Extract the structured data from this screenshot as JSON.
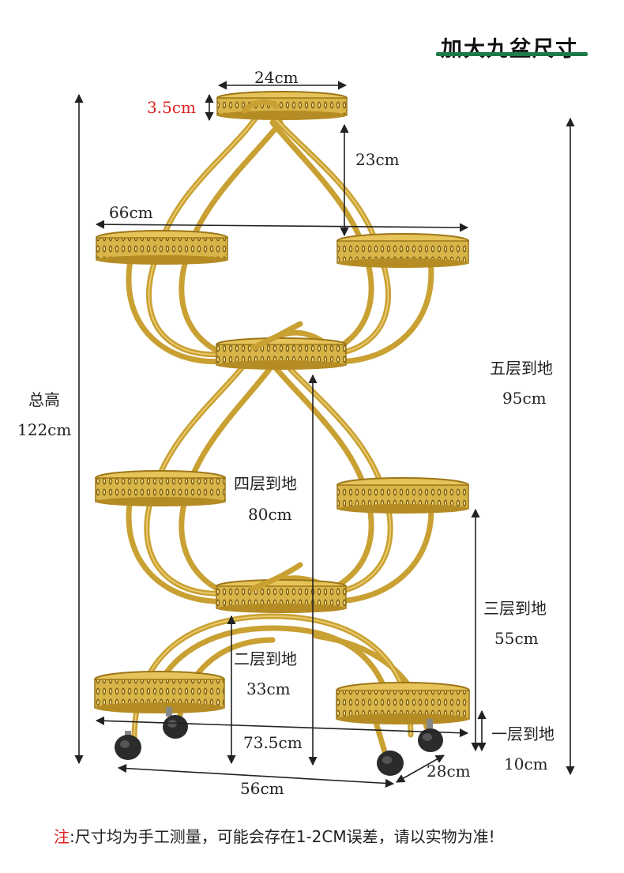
{
  "title": "加大九盆尺寸",
  "dimensions": {
    "top_width": "24cm",
    "rim_height": "3.5cm",
    "tier_gap": "23cm",
    "span_width": "66cm",
    "total_height_label": "总高",
    "total_height_value": "122cm",
    "level5_label": "五层到地",
    "level5_value": "95cm",
    "level4_label": "四层到地",
    "level4_value": "80cm",
    "level3_label": "三层到地",
    "level3_value": "55cm",
    "level2_label": "二层到地",
    "level2_value": "33cm",
    "level1_label": "一层到地",
    "level1_value": "10cm",
    "base_diagonal": "73.5cm",
    "base_width": "56cm",
    "base_depth": "28cm"
  },
  "note": {
    "prefix": "注",
    "text": ":尺寸均为手工测量，可能会存在1-2CM误差，请以实物为准!"
  },
  "colors": {
    "gold": "#d4ad3a",
    "gold_dark": "#a17b1c",
    "title_underline": "#1a7a4a",
    "note_prefix": "#e02020",
    "dimension_line": "#222222"
  },
  "icons": [
    "caster-wheel-icon"
  ]
}
